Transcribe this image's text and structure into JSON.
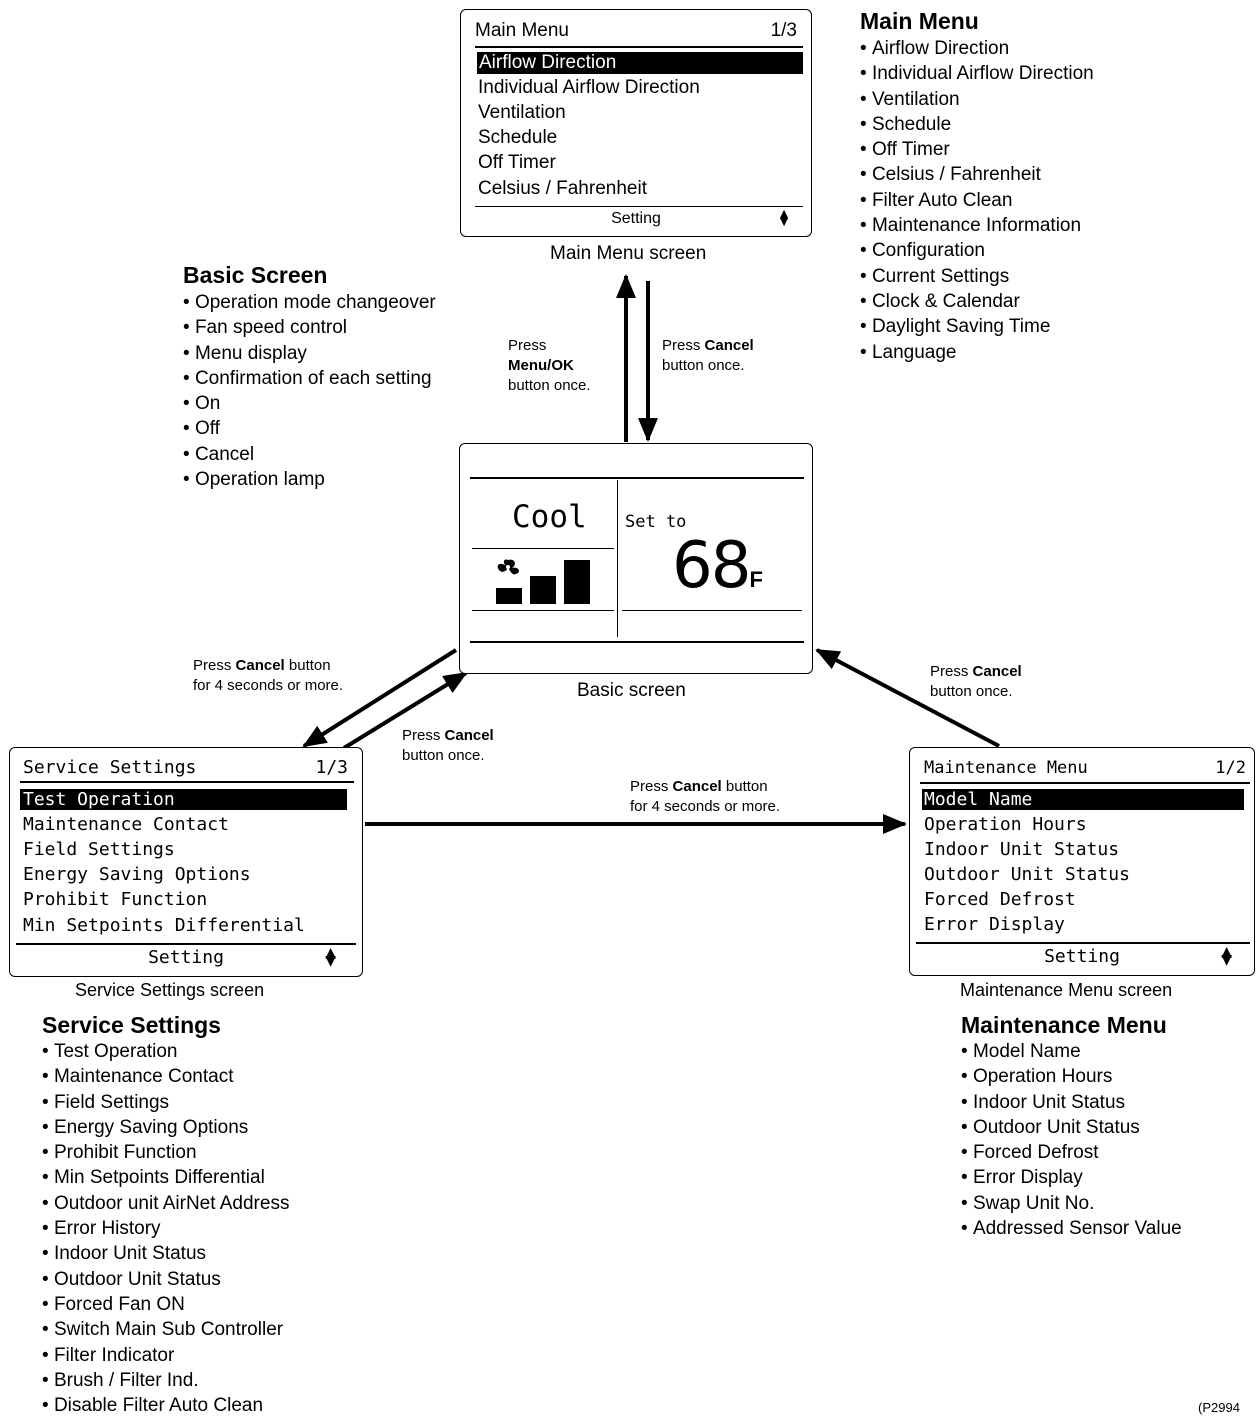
{
  "main_menu_screen": {
    "title": "Main Menu",
    "page": "1/3",
    "items": [
      "Airflow Direction",
      "Individual Airflow Direction",
      "Ventilation",
      "Schedule",
      "Off Timer",
      "Celsius / Fahrenheit"
    ],
    "footer": "Setting",
    "caption": "Main Menu screen"
  },
  "main_menu_list": {
    "heading": "Main Menu",
    "items": [
      "Airflow Direction",
      "Individual Airflow Direction",
      "Ventilation",
      "Schedule",
      "Off Timer",
      "Celsius / Fahrenheit",
      "Filter Auto Clean",
      "Maintenance Information",
      "Configuration",
      "Current Settings",
      "Clock & Calendar",
      "Daylight Saving Time",
      "Language"
    ]
  },
  "basic_list": {
    "heading": "Basic Screen",
    "items": [
      "Operation mode changeover",
      "Fan speed control",
      "Menu display",
      "Confirmation of each setting",
      "On",
      "Off",
      "Cancel",
      "Operation lamp"
    ]
  },
  "basic_screen": {
    "mode": "Cool",
    "set_to": "Set to",
    "temp": "68",
    "unit": "F",
    "caption": "Basic screen"
  },
  "notes": {
    "menu_press": "Press",
    "menu_bold": "Menu/OK",
    "menu_tail": "button once.",
    "cancel_up_press": "Press ",
    "cancel_up_bold": "Cancel",
    "cancel_up_tail": "button once.",
    "svc_long_press": "Press ",
    "svc_long_bold": "Cancel",
    "svc_long_tail1": " button",
    "svc_long_tail2": "for 4 seconds or more.",
    "svc_once_press": "Press ",
    "svc_once_bold": "Cancel",
    "svc_once_tail": "button once.",
    "maint_once_press": "Press ",
    "maint_once_bold": "Cancel",
    "maint_once_tail": "button once.",
    "maint_long_press": "Press ",
    "maint_long_bold": "Cancel",
    "maint_long_tail1": " button",
    "maint_long_tail2": "for 4 seconds or more."
  },
  "service_screen": {
    "title": "Service Settings",
    "page": "1/3",
    "items": [
      "Test Operation",
      "Maintenance Contact",
      "Field Settings",
      "Energy Saving Options",
      "Prohibit Function",
      "Min Setpoints Differential"
    ],
    "footer": "Setting",
    "caption": "Service Settings screen"
  },
  "service_list": {
    "heading": "Service Settings",
    "items": [
      "Test Operation",
      "Maintenance Contact",
      "Field Settings",
      "Energy Saving Options",
      "Prohibit Function",
      "Min Setpoints Differential",
      "Outdoor unit AirNet Address",
      "Error History",
      "Indoor Unit Status",
      "Outdoor Unit Status",
      "Forced Fan ON",
      "Switch Main Sub Controller",
      "Filter Indicator",
      "Brush / Filter Ind.",
      "Disable Filter Auto Clean"
    ]
  },
  "maint_screen": {
    "title": "Maintenance Menu",
    "page": "1/2",
    "items": [
      "Model Name",
      "Operation Hours",
      "Indoor Unit Status",
      "Outdoor Unit Status",
      "Forced Defrost",
      "Error Display"
    ],
    "footer": "Setting",
    "caption": "Maintenance Menu screen"
  },
  "maint_list": {
    "heading": "Maintenance Menu",
    "items": [
      "Model Name",
      "Operation Hours",
      "Indoor Unit Status",
      "Outdoor Unit Status",
      "Forced Defrost",
      "Error Display",
      "Swap Unit No.",
      "Addressed Sensor Value"
    ]
  },
  "corner_code": "(P2994"
}
